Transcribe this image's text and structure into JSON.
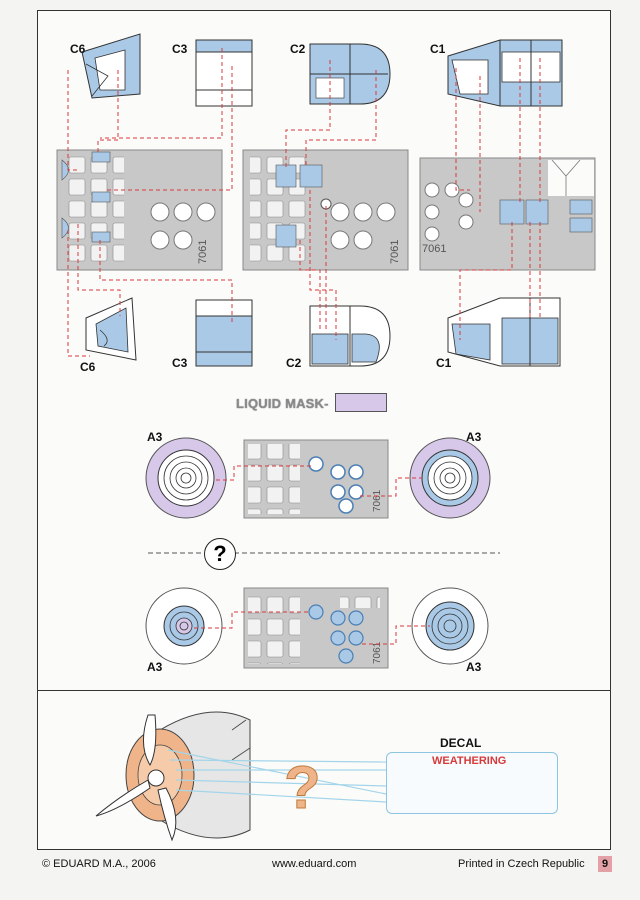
{
  "side_code": "7061",
  "parts": {
    "c6_top": "C6",
    "c3_top": "C3",
    "c2_top": "C2",
    "c1_top": "C1",
    "c6_bottom": "C6",
    "c3_bottom": "C3",
    "c2_bottom": "C2",
    "c1_bottom": "C1"
  },
  "sheet_code": "7061",
  "liquid_mask_label": "LIQUID MASK-",
  "a3_labels": [
    "A3",
    "A3",
    "A3",
    "A3"
  ],
  "question_mark": "?",
  "decal": {
    "title": "DECAL",
    "weathering": "WEATHERING"
  },
  "footer": {
    "copyright": "© EDUARD M.A., 2006",
    "website": "www.eduard.com",
    "printed": "Printed in Czech Republic",
    "page": "9"
  },
  "colors": {
    "mask_fill": "#a9c9e6",
    "frame_fill": "#c8c8c8",
    "leader": "#d83a3a",
    "liquid_mask": "#d7c8ea",
    "orange": "#f0b48a"
  }
}
